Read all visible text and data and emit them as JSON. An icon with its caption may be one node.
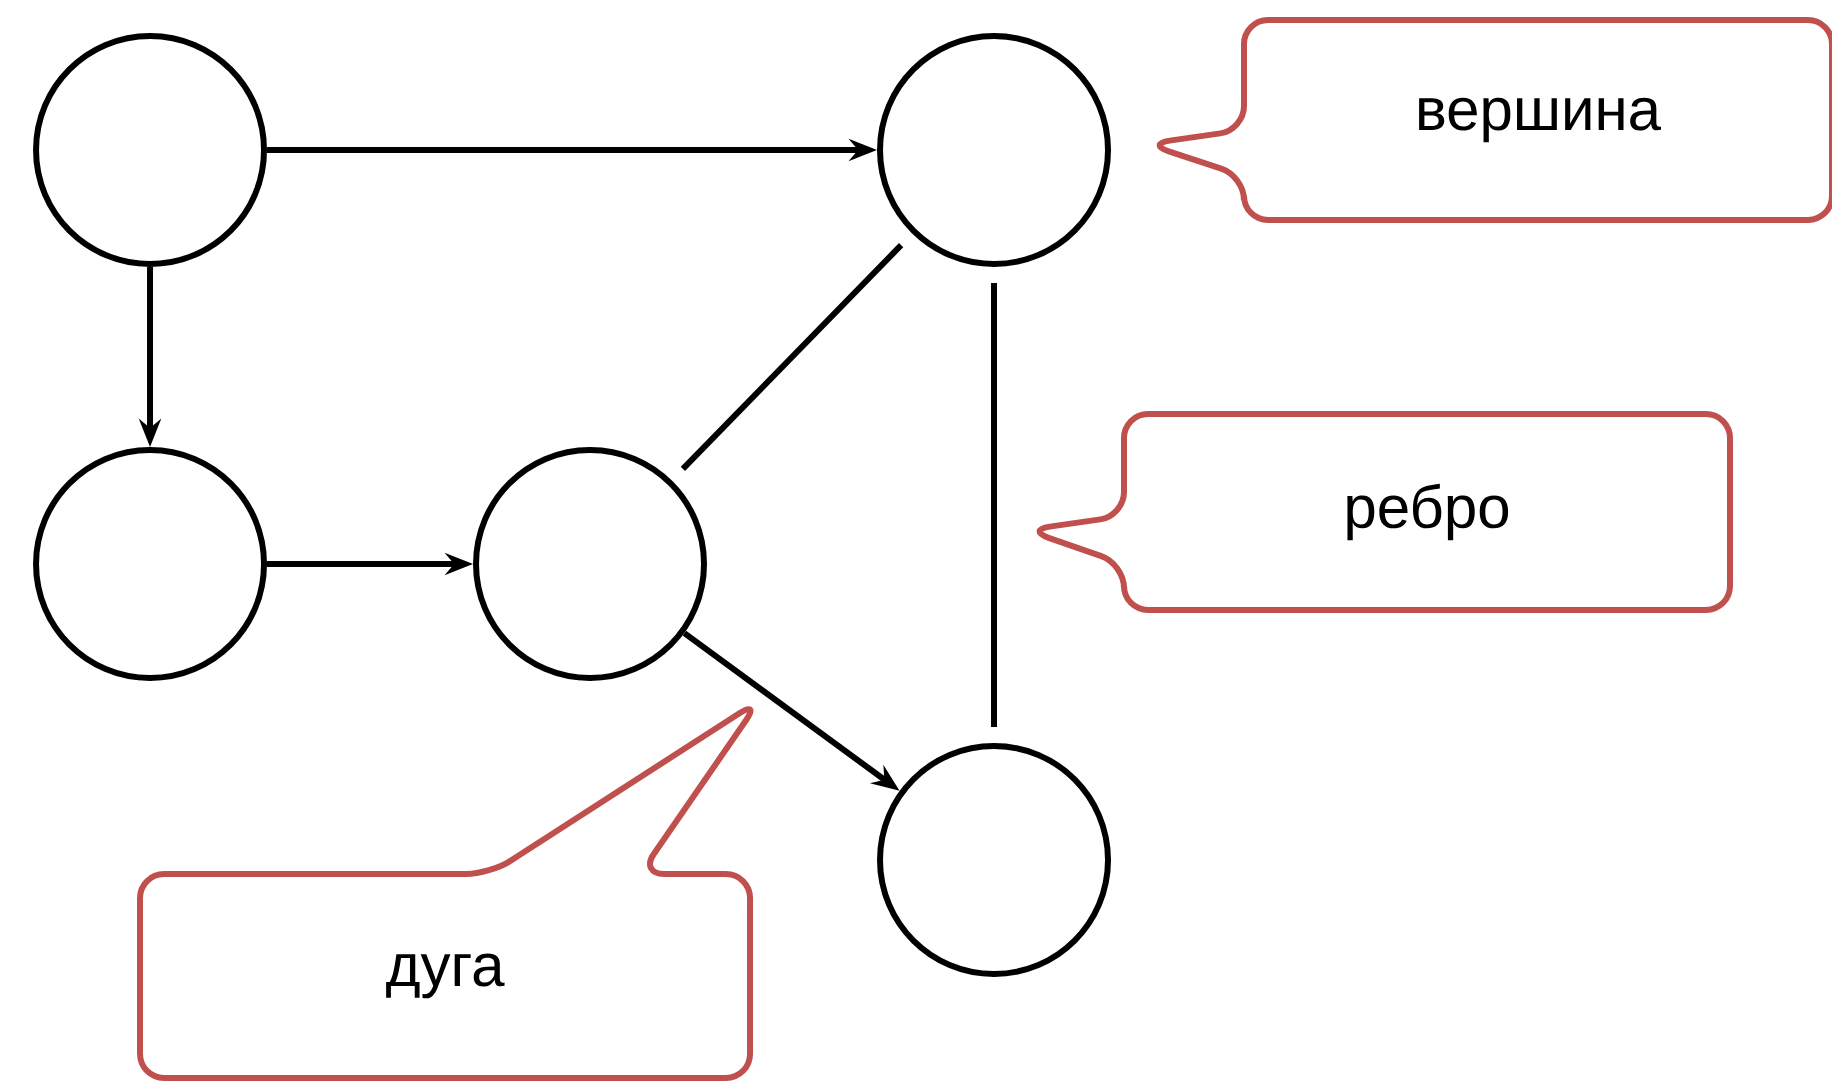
{
  "diagram": {
    "nodes": [
      {
        "text": [],
        "shape": "circle"
      },
      {
        "text": [],
        "shape": "circle"
      },
      {
        "text": [],
        "shape": "circle"
      },
      {
        "text": [],
        "shape": "circle"
      },
      {
        "text": [],
        "shape": "circle"
      },
      {
        "text": [
          "вершина"
        ]
      },
      {
        "text": [
          "ребро"
        ]
      },
      {
        "text": [
          "дуга"
        ]
      }
    ],
    "edges": [
      {
        "from": 0,
        "to": 3,
        "arrow": "to"
      },
      {
        "from": 0,
        "to": 1,
        "arrow": "to"
      },
      {
        "from": 1,
        "to": 2,
        "arrow": "to"
      },
      {
        "from": 2,
        "to": 3,
        "arrow": "none"
      },
      {
        "from": 3,
        "to": 4,
        "arrow": "none"
      },
      {
        "from": 2,
        "to": 4,
        "arrow": "to"
      }
    ]
  }
}
